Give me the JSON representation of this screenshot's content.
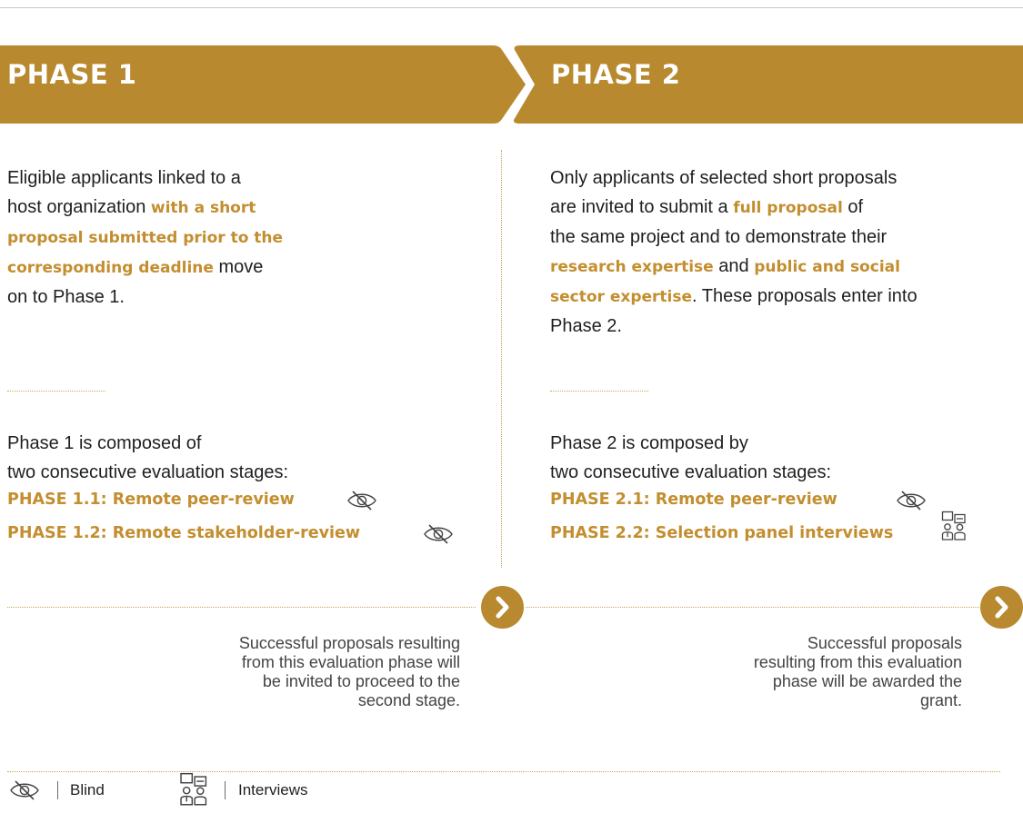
{
  "phase1": {
    "title": "PHASE 1",
    "intro": {
      "t1": "Eligible applicants linked to a",
      "t2": "host organization ",
      "h1": "with a short",
      "h2": "proposal submitted prior to the",
      "h3": "corresponding deadline",
      "t3": " move",
      "t4": "on to Phase 1."
    },
    "composition": {
      "line1": "Phase 1 is composed of",
      "line2": "two consecutive evaluation stages:"
    },
    "stages": [
      {
        "label": "PHASE 1.1: Remote peer-review",
        "icon": "blind-icon"
      },
      {
        "label": "PHASE 1.2: Remote stakeholder-review",
        "icon": "blind-icon"
      }
    ],
    "outcome": [
      "Successful proposals resulting",
      "from this evaluation phase will",
      "be invited to proceed to the",
      "second stage."
    ]
  },
  "phase2": {
    "title": "PHASE 2",
    "intro": {
      "t1": "Only applicants of selected short proposals",
      "t2": "are invited to submit a ",
      "h1": "full proposal",
      "t3": " of",
      "t4": "the same project and to demonstrate their",
      "h2": "research expertise",
      "t5": " and ",
      "h3": "public and social",
      "h4": "sector expertise",
      "t6": ". These proposals enter into",
      "t7": "Phase 2."
    },
    "composition": {
      "line1": "Phase 2 is composed by",
      "line2": "two consecutive evaluation stages:"
    },
    "stages": [
      {
        "label": "PHASE 2.1: Remote peer-review",
        "icon": "blind-icon"
      },
      {
        "label": "PHASE 2.2: Selection panel interviews",
        "icon": "interviews-icon"
      }
    ],
    "outcome": [
      "Successful proposals",
      "resulting from this evaluation",
      "phase will be awarded the",
      "grant."
    ]
  },
  "legend": {
    "blind": {
      "label": "Blind",
      "icon": "blind-icon"
    },
    "interviews": {
      "label": "Interviews",
      "icon": "interviews-icon"
    }
  },
  "colors": {
    "gold": "#b8892f",
    "highlight_text": "#c38e2f",
    "dotted_rule": "#c9a45a"
  }
}
